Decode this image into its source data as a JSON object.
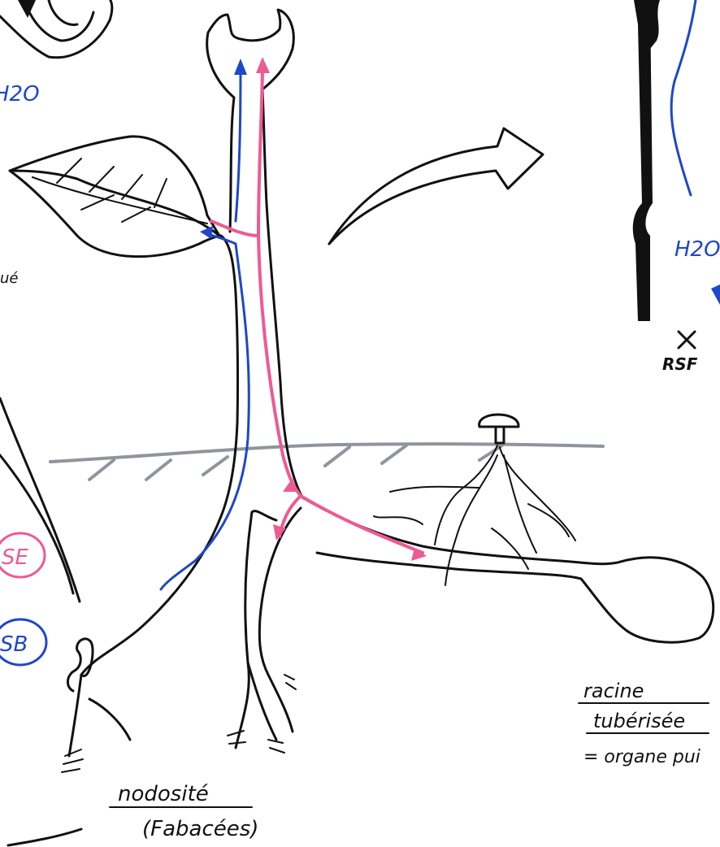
{
  "labels": {
    "top_left_h2o_fragment": "H2O",
    "left_fragment": "ué",
    "pink_circle_fragment": "SE",
    "blue_circle_fragment": "SB",
    "right_h2o_fragment": "H2O",
    "rsf": "RSF",
    "nodosity_title": "nodosité",
    "nodosity_sub": "(Fabacées)",
    "tuber_line1": "racine",
    "tuber_line2": "tubérisée",
    "tuber_line3": "= organe pui"
  },
  "colors": {
    "ink": "#111111",
    "sap_pink": "#ee5a92",
    "sap_blue": "#1f47c9",
    "ground": "#8e959c"
  },
  "icons": {
    "cross": "x-mark-icon",
    "big_arrow": "right-arrow-icon"
  }
}
